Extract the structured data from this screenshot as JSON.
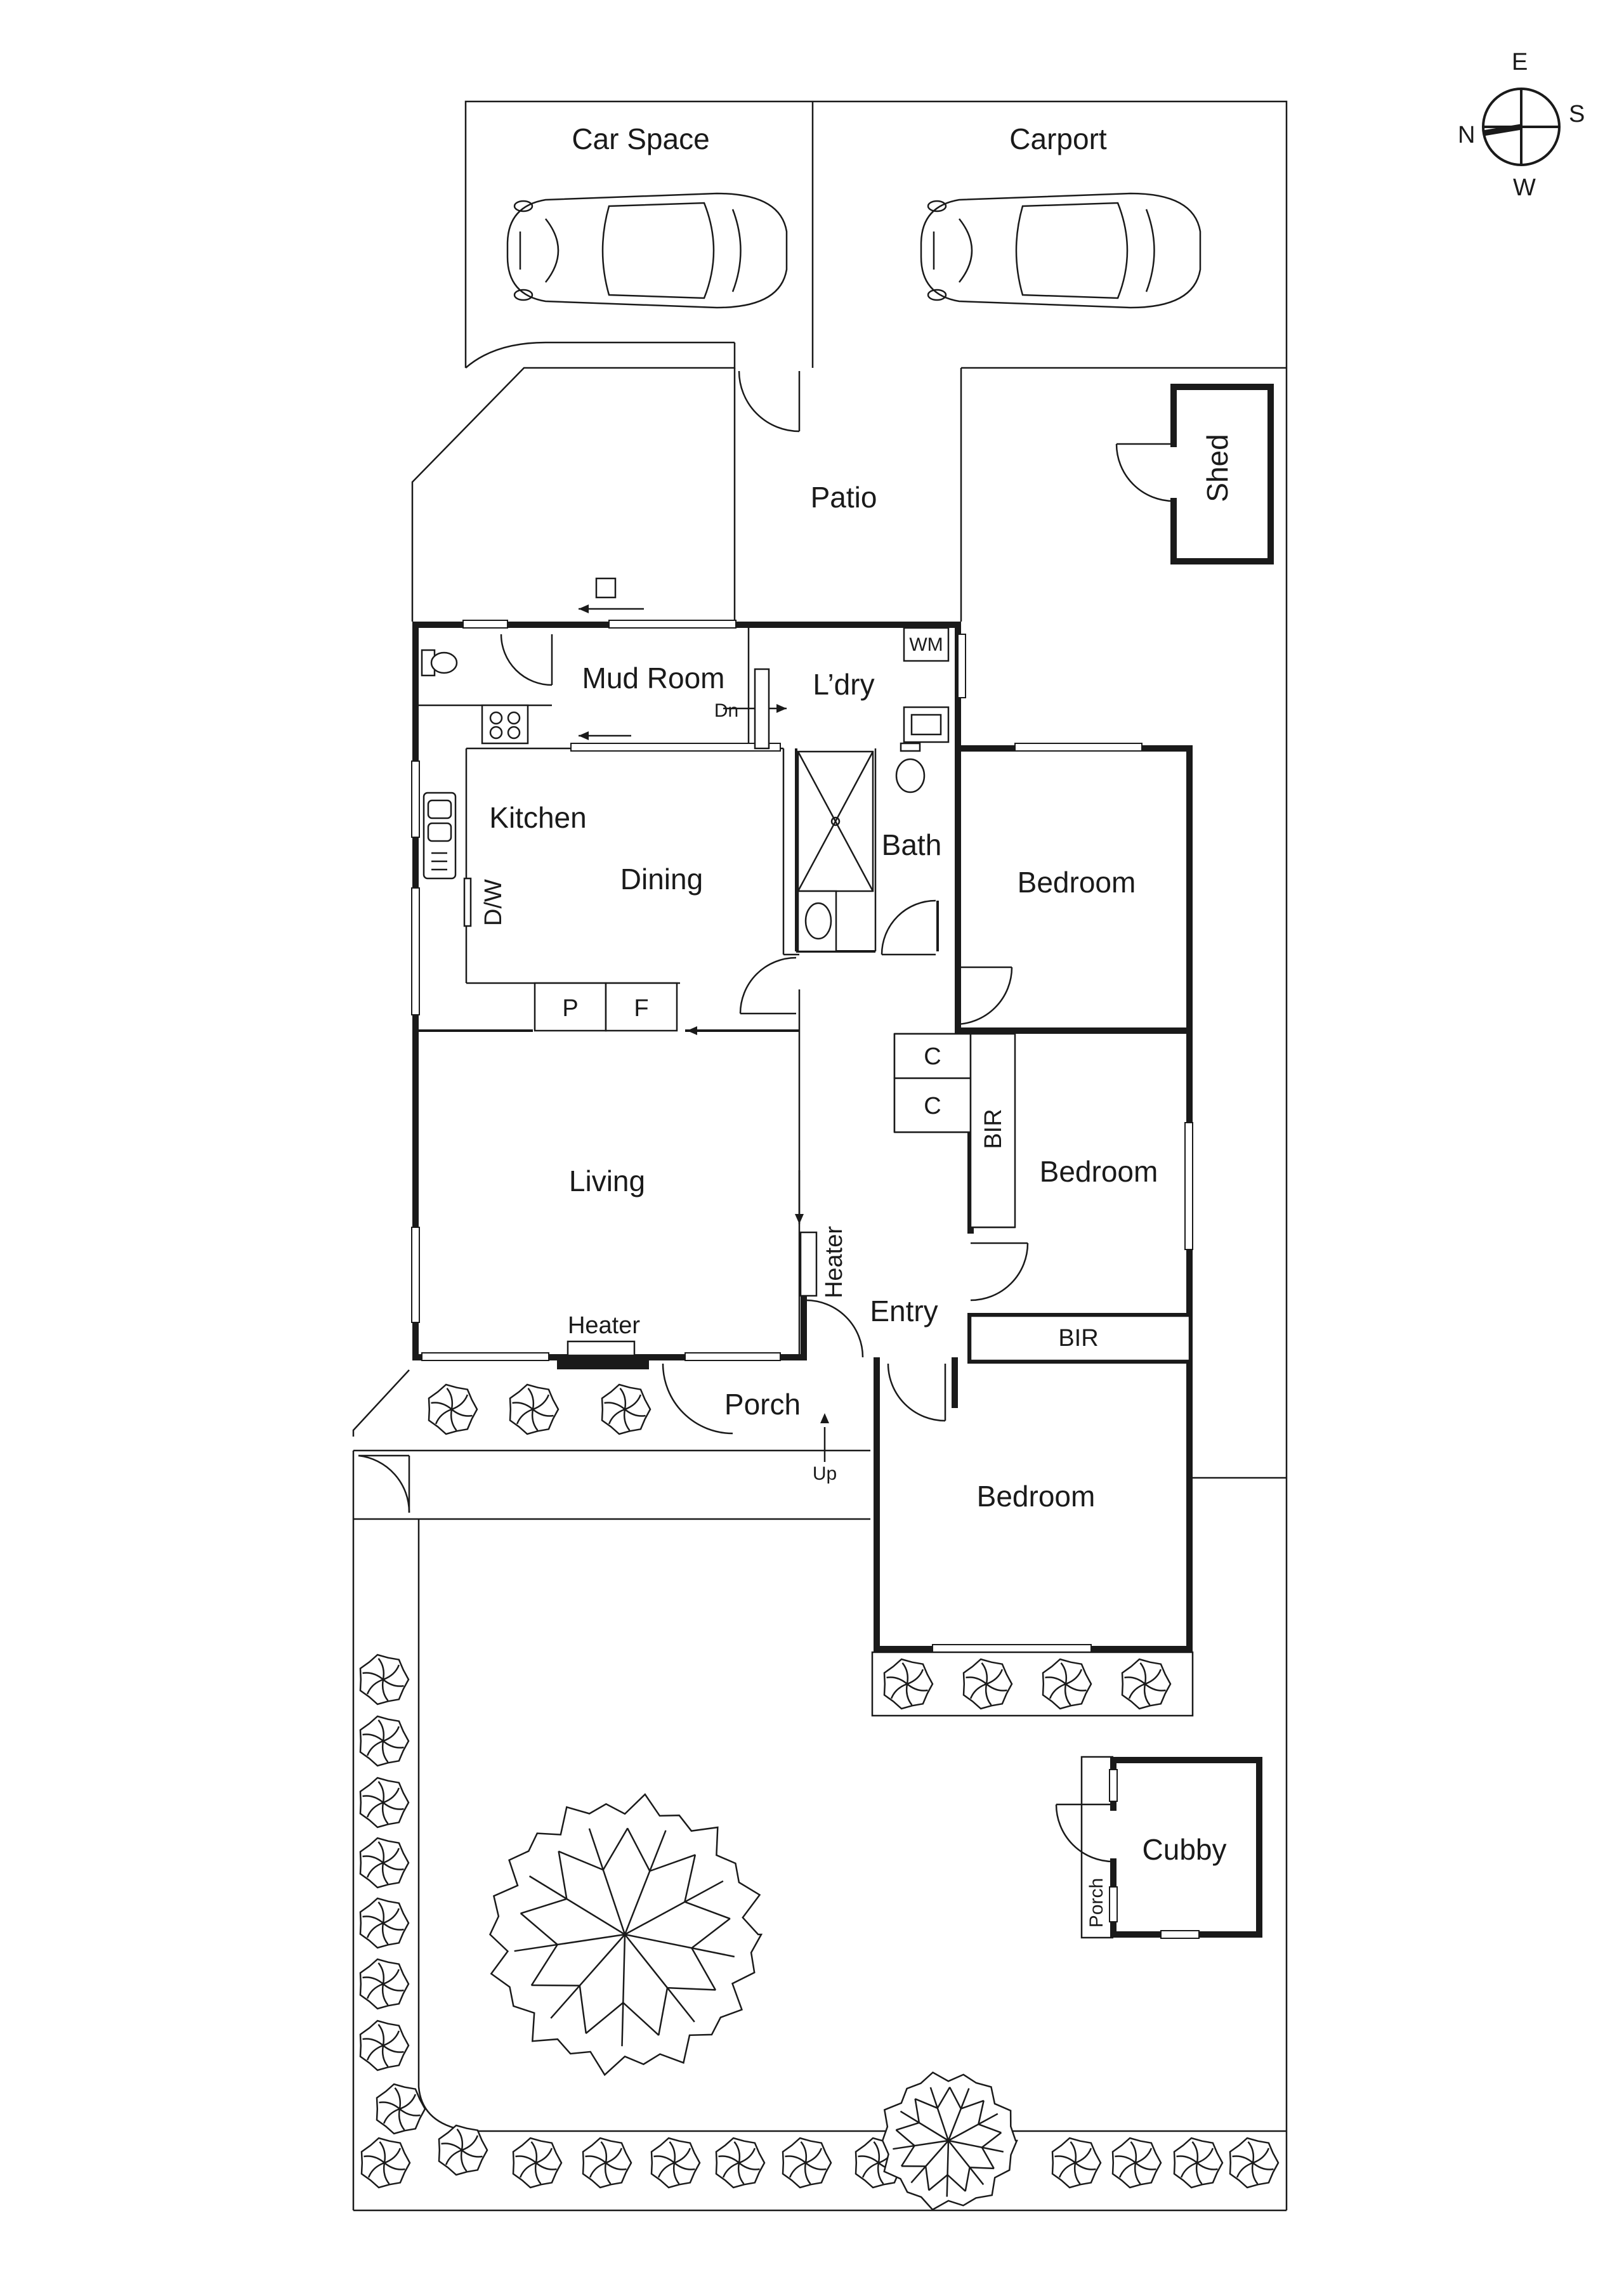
{
  "compass": {
    "north": "N",
    "east": "E",
    "south": "S",
    "west": "W"
  },
  "rooms": {
    "car_space": "Car Space",
    "carport": "Carport",
    "patio": "Patio",
    "shed": "Shed",
    "mud_room": "Mud Room",
    "laundry": "L’dry",
    "kitchen": "Kitchen",
    "dining": "Dining",
    "bath": "Bath",
    "bedroom_1": "Bedroom",
    "bedroom_2": "Bedroom",
    "bedroom_3": "Bedroom",
    "living": "Living",
    "entry": "Entry",
    "porch": "Porch",
    "cubby": "Cubby",
    "cubby_porch": "Porch"
  },
  "fixtures": {
    "washing_machine": "WM",
    "dishwasher": "D/W",
    "pantry": "P",
    "fridge": "F",
    "cupboard_1": "C",
    "cupboard_2": "C",
    "bir_1": "BIR",
    "bir_2": "BIR",
    "heater_living": "Heater",
    "heater_entry": "Heater"
  },
  "annotations": {
    "down": "Dn",
    "up": "Up"
  }
}
